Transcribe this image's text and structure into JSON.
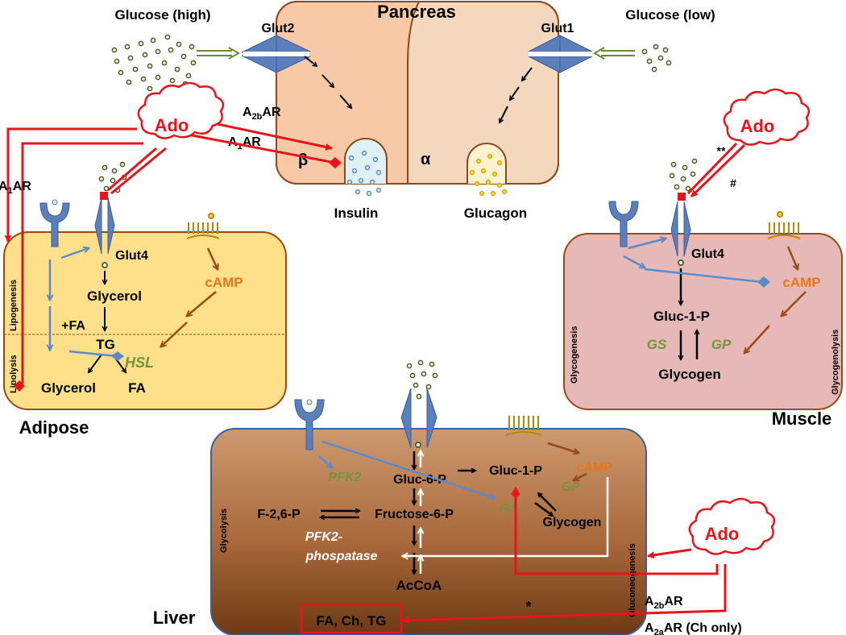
{
  "pancreas": {
    "title": "Pancreas",
    "glucose_high": "Glucose (high)",
    "glucose_low": "Glucose (low)",
    "glut2": "Glut2",
    "glut1": "Glut1",
    "beta": "β",
    "alpha": "α",
    "insulin": "Insulin",
    "glucagon": "Glucagon",
    "a2b_main": "A",
    "a2b_sub": "2b",
    "a1_main": "A",
    "a1_sub": "1",
    "ar": "AR"
  },
  "ado_label": "Ado",
  "adipose": {
    "title": "Adipose",
    "a1ar_partial": "A",
    "a1ar_sub": "1",
    "a1ar_end": "AR",
    "glut4": "Glut4",
    "glycerol_top": "Glycerol",
    "camp": "cAMP",
    "plus_fa": "+FA",
    "tg": "TG",
    "hsl": "HSL",
    "glycerol_bottom": "Glycerol",
    "fa": "FA",
    "lipogenesis": "Lipogenesis",
    "lipolysis": "Lipolysis"
  },
  "muscle": {
    "title": "Muscle",
    "glut4": "Glut4",
    "camp": "cAMP",
    "gluc1p": "Gluc-1-P",
    "gs": "GS",
    "gp": "GP",
    "glycogen": "Glycogen",
    "glycogenesis": "Glycogenesis",
    "glycogenolysis": "Glycogenolysis",
    "double_star": "**",
    "hash": "#"
  },
  "liver": {
    "title": "Liver",
    "gluc6p": "Gluc-6-P",
    "gluc1p": "Gluc-1-P",
    "camp": "cAMP",
    "gp": "GP",
    "gs": "GS",
    "pfk2": "PFK2",
    "f26p": "F-2,6-P",
    "fructose6p": "Fructose-6-P",
    "glycogen": "Glycogen",
    "pfk2_phos_1": "PFK2-",
    "pfk2_phos_2": "phospatase",
    "accoa": "AcCoA",
    "fa_ch_tg": "FA, Ch, TG",
    "glycolysis": "Glycolysis",
    "gluconeogenesis": "Gluconeogenesis",
    "star": "*",
    "a2b_main": "A",
    "a2b_sub": "2b",
    "a2a_main": "A",
    "a2a_sub": "2a",
    "ar": "AR",
    "ch_only": " (Ch only)"
  },
  "colors": {
    "ado_red": "#e8141b",
    "blue_arrow": "#5b8bc9",
    "brown_arrow": "#9a4a10",
    "camp_orange": "#e8761a",
    "enzyme_green": "#77933c",
    "glucose_dot": "#4f6228"
  }
}
